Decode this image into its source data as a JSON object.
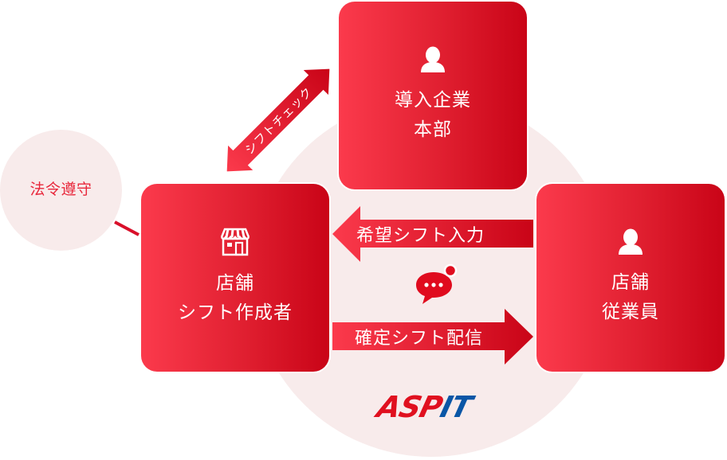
{
  "diagram": {
    "colors": {
      "box_gradient_start": "#fb3a4c",
      "box_gradient_end": "#c90417",
      "circle_bg": "#f8ebeb",
      "compliance_text": "#e8283c",
      "logo_red": "#e0101f",
      "logo_blue": "#0a56a6"
    },
    "compliance": {
      "label": "法令遵守"
    },
    "nodes": {
      "headquarters": {
        "icon": "person-icon",
        "line1": "導入企業",
        "line2": "本部"
      },
      "shift_creator": {
        "icon": "store-icon",
        "line1": "店舗",
        "line2": "シフト作成者"
      },
      "employee": {
        "icon": "person-icon",
        "line1": "店舗",
        "line2": "従業員"
      }
    },
    "arrows": {
      "shift_check": {
        "label": "シフトチェック",
        "direction": "bidirectional"
      },
      "request_input": {
        "label": "希望シフト入力",
        "direction": "left"
      },
      "final_delivery": {
        "label": "確定シフト配信",
        "direction": "right"
      }
    },
    "chat_icon": {
      "icon": "chat-bubble-icon",
      "has_notification_dot": true
    },
    "logo": {
      "part1": "ASP",
      "part2": "IT"
    }
  }
}
